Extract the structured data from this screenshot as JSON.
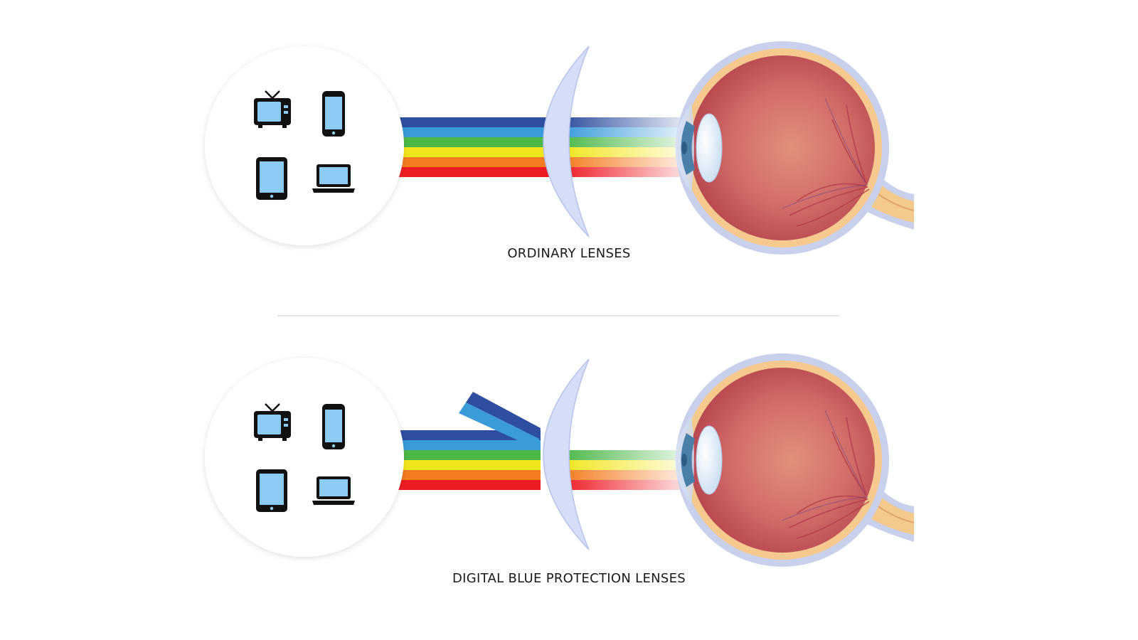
{
  "panels": [
    {
      "id": "top",
      "caption": "ORDINARY LENSES",
      "blue_light_blocked": false,
      "devices": [
        "tv-icon",
        "smartphone-icon",
        "tablet-icon",
        "laptop-icon"
      ]
    },
    {
      "id": "bottom",
      "caption": "DIGITAL BLUE PROTECTION LENSES",
      "blue_light_blocked": true,
      "devices": [
        "tv-icon",
        "smartphone-icon",
        "tablet-icon",
        "laptop-icon"
      ]
    }
  ],
  "spectrum_colors": [
    "#2E4F9F",
    "#3A9BD9",
    "#4CB848",
    "#F2E51C",
    "#F47B20",
    "#ED1C24"
  ],
  "colors": {
    "device_body": "#111111",
    "device_screen": "#8CCBF4",
    "lens_fill": "#D6DEF7",
    "lens_edge": "#B7C3EC",
    "eye_outer": "#C9D0EC",
    "eye_sclera": "#F6C98F",
    "eye_interior": "#CC5C5E",
    "optic_nerve": "#F4C98C",
    "divider": "#E6E6E6"
  }
}
